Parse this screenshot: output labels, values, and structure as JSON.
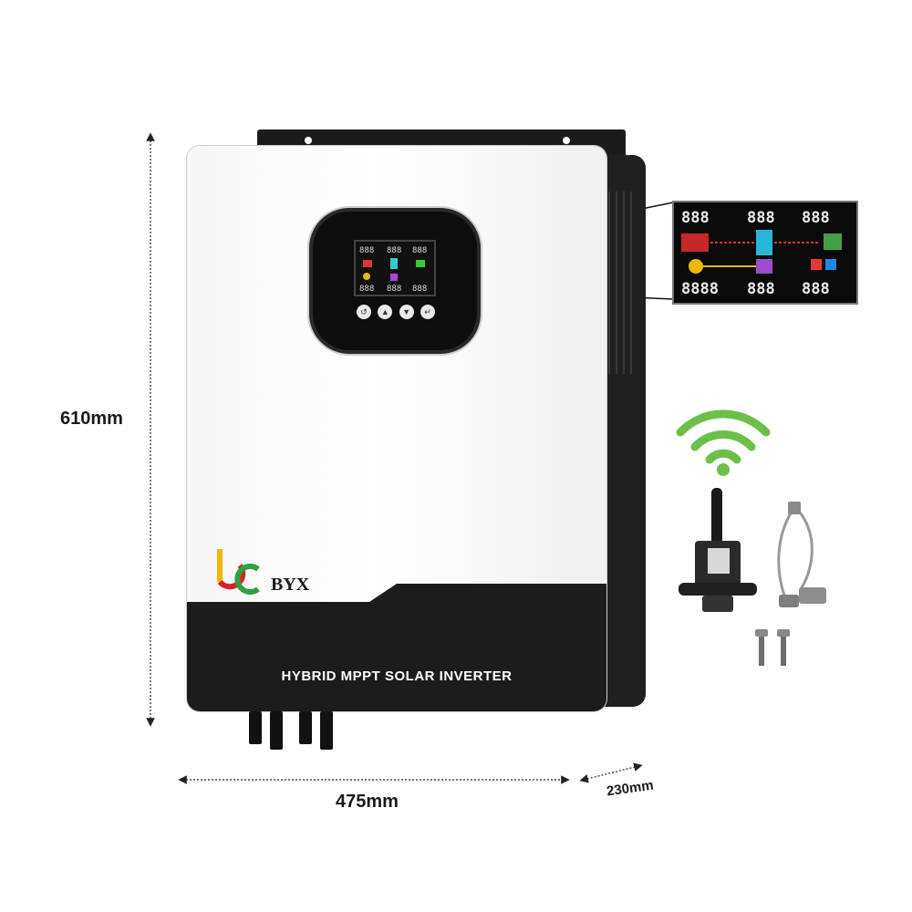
{
  "dimensions": {
    "height": "610mm",
    "width": "475mm",
    "depth": "230mm"
  },
  "product": {
    "brand": "BYX",
    "title": "HYBRID MPPT SOLAR INVERTER"
  },
  "colors": {
    "body": "#ffffff",
    "base": "#1c1c1c",
    "wifi": "#6cc04a",
    "logo_red": "#e02020",
    "logo_green": "#2ea043",
    "logo_yellow": "#f2b705"
  },
  "icons": [
    "wifi-icon",
    "dimension-arrow",
    "lcd-display",
    "wifi-dongle",
    "serial-cable",
    "screw"
  ]
}
